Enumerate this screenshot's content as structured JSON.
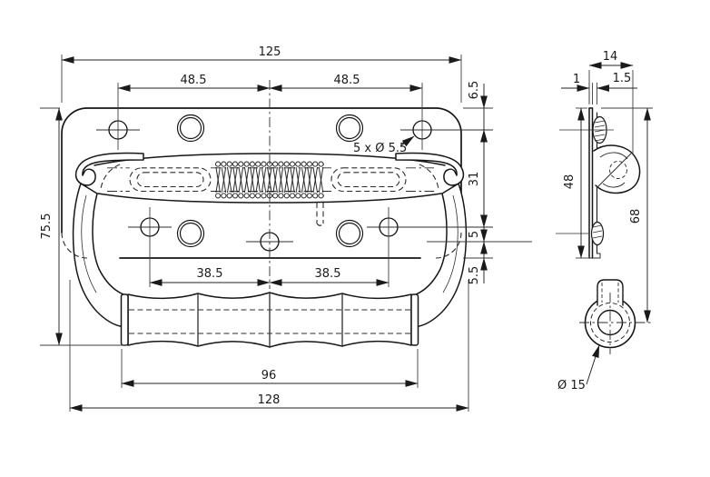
{
  "drawing": {
    "front_view": {
      "dim_plate_width": "125",
      "dim_top_hole_span_left": "48.5",
      "dim_top_hole_span_right": "48.5",
      "note_holes": "5 x Ø 5.5",
      "dim_total_height": "75.5",
      "dim_edge_to_top_holes": "6.5",
      "dim_hole_row_spacing": "31",
      "dim_center_hole_offset": "5",
      "dim_bottom_margin": "5.5",
      "dim_lower_hole_span_left": "38.5",
      "dim_lower_hole_span_right": "38.5",
      "dim_grip_length": "96",
      "dim_overall_width": "128"
    },
    "side_view": {
      "dim_depth": "14",
      "dim_plate_thickness": "1",
      "dim_flange_offset": "1.5",
      "dim_plate_height": "48",
      "dim_drop_height": "68",
      "note_grip_diameter": "Ø 15"
    },
    "colors": {
      "ink": "#1a1a1a",
      "background": "#ffffff"
    }
  }
}
